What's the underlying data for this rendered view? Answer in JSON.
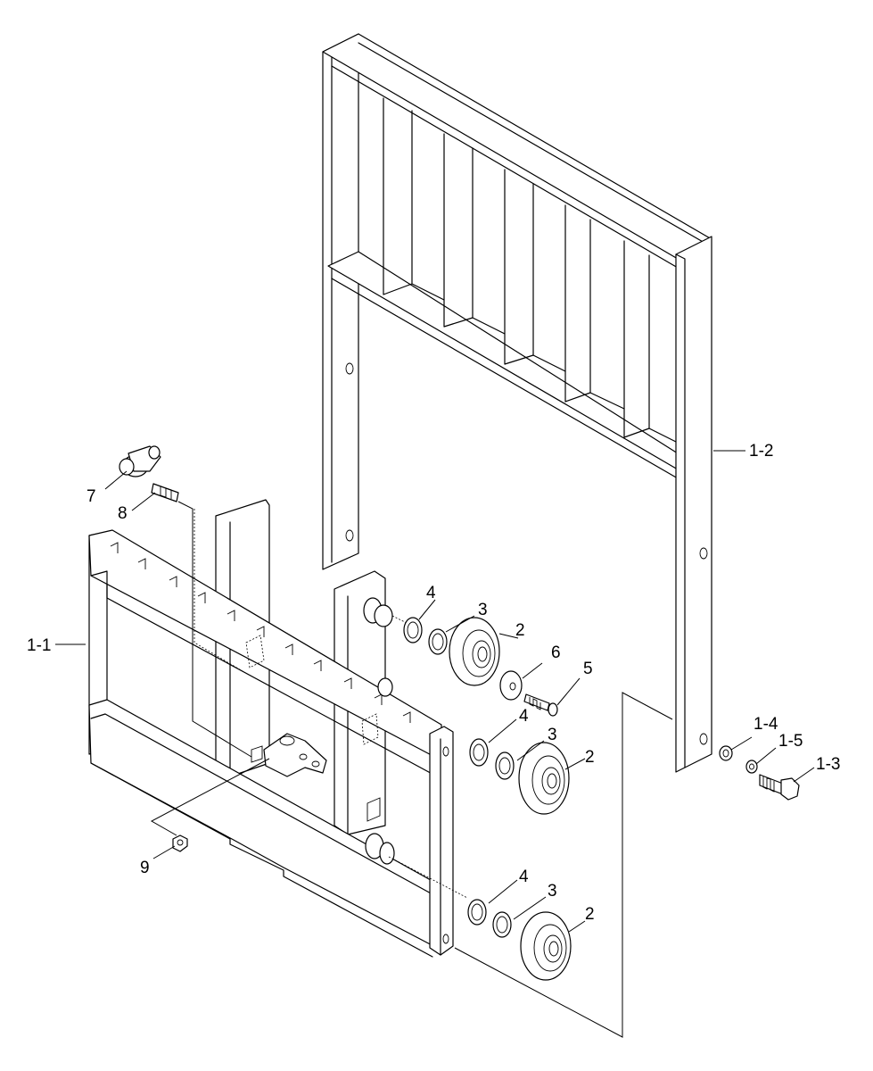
{
  "callouts": [
    {
      "id": "1-1",
      "text": "1-1"
    },
    {
      "id": "1-2",
      "text": "1-2"
    },
    {
      "id": "1-3",
      "text": "1-3"
    },
    {
      "id": "1-4",
      "text": "1-4"
    },
    {
      "id": "1-5",
      "text": "1-5"
    },
    {
      "id": "2a",
      "text": "2"
    },
    {
      "id": "2b",
      "text": "2"
    },
    {
      "id": "2c",
      "text": "2"
    },
    {
      "id": "3a",
      "text": "3"
    },
    {
      "id": "3b",
      "text": "3"
    },
    {
      "id": "3c",
      "text": "3"
    },
    {
      "id": "4a",
      "text": "4"
    },
    {
      "id": "4b",
      "text": "4"
    },
    {
      "id": "4c",
      "text": "4"
    },
    {
      "id": "5",
      "text": "5"
    },
    {
      "id": "6",
      "text": "6"
    },
    {
      "id": "7",
      "text": "7"
    },
    {
      "id": "8",
      "text": "8"
    },
    {
      "id": "9",
      "text": "9"
    }
  ]
}
